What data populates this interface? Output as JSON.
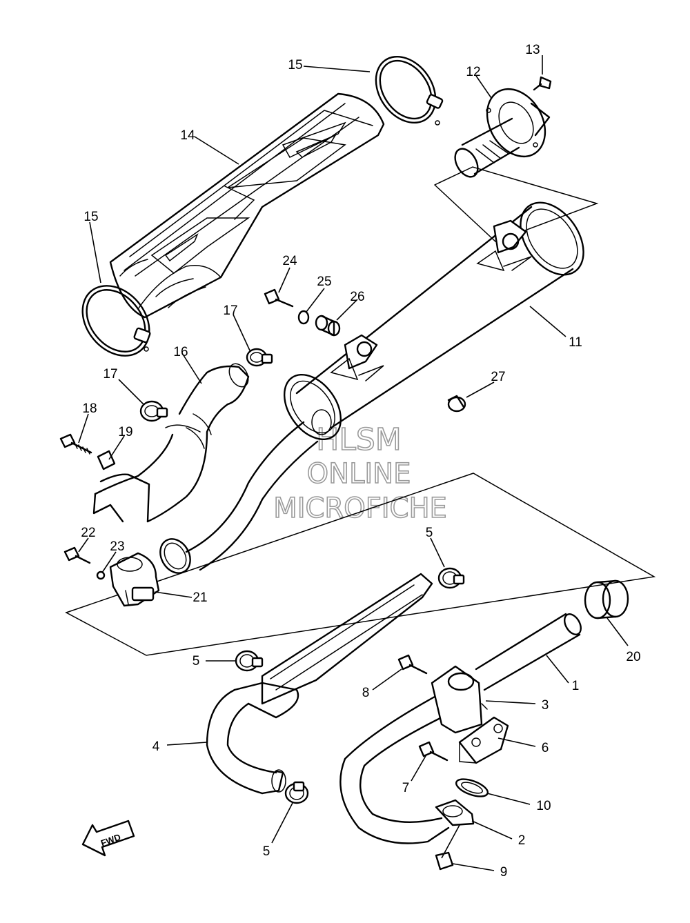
{
  "watermark": {
    "line1": "HLSM",
    "line2": "ONLINE",
    "line3": "MICROFICHE"
  },
  "direction_arrow": {
    "label": "FWD"
  },
  "callouts": [
    {
      "id": "c1",
      "label": "1"
    },
    {
      "id": "c2",
      "label": "2"
    },
    {
      "id": "c3",
      "label": "3"
    },
    {
      "id": "c4",
      "label": "4"
    },
    {
      "id": "c5a",
      "label": "5"
    },
    {
      "id": "c5b",
      "label": "5"
    },
    {
      "id": "c5c",
      "label": "5"
    },
    {
      "id": "c6",
      "label": "6"
    },
    {
      "id": "c7",
      "label": "7"
    },
    {
      "id": "c8",
      "label": "8"
    },
    {
      "id": "c9",
      "label": "9"
    },
    {
      "id": "c10",
      "label": "10"
    },
    {
      "id": "c11",
      "label": "11"
    },
    {
      "id": "c12",
      "label": "12"
    },
    {
      "id": "c13",
      "label": "13"
    },
    {
      "id": "c14",
      "label": "14"
    },
    {
      "id": "c15a",
      "label": "15"
    },
    {
      "id": "c15b",
      "label": "15"
    },
    {
      "id": "c16",
      "label": "16"
    },
    {
      "id": "c17a",
      "label": "17"
    },
    {
      "id": "c17b",
      "label": "17"
    },
    {
      "id": "c18",
      "label": "18"
    },
    {
      "id": "c19",
      "label": "19"
    },
    {
      "id": "c20",
      "label": "20"
    },
    {
      "id": "c21",
      "label": "21"
    },
    {
      "id": "c22",
      "label": "22"
    },
    {
      "id": "c23",
      "label": "23"
    },
    {
      "id": "c24",
      "label": "24"
    },
    {
      "id": "c25",
      "label": "25"
    },
    {
      "id": "c26",
      "label": "26"
    },
    {
      "id": "c27",
      "label": "27"
    }
  ]
}
